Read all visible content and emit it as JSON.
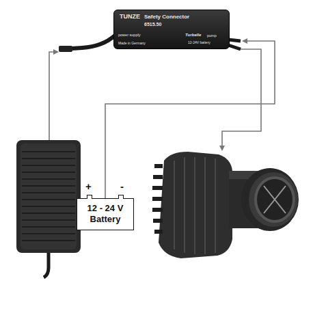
{
  "diagram": {
    "nodes": [
      {
        "text": [
          "TUNZE",
          "Safety Connector",
          "6515.50",
          "power supply",
          "Turbelle",
          "pump",
          "12-24V battery",
          "Made in Germany"
        ]
      },
      {
        "text": [
          "+",
          "-",
          "12 - 24 V Battery"
        ]
      }
    ],
    "edges": [
      {
        "from": 1,
        "to": 0,
        "arrow": "to"
      }
    ]
  }
}
